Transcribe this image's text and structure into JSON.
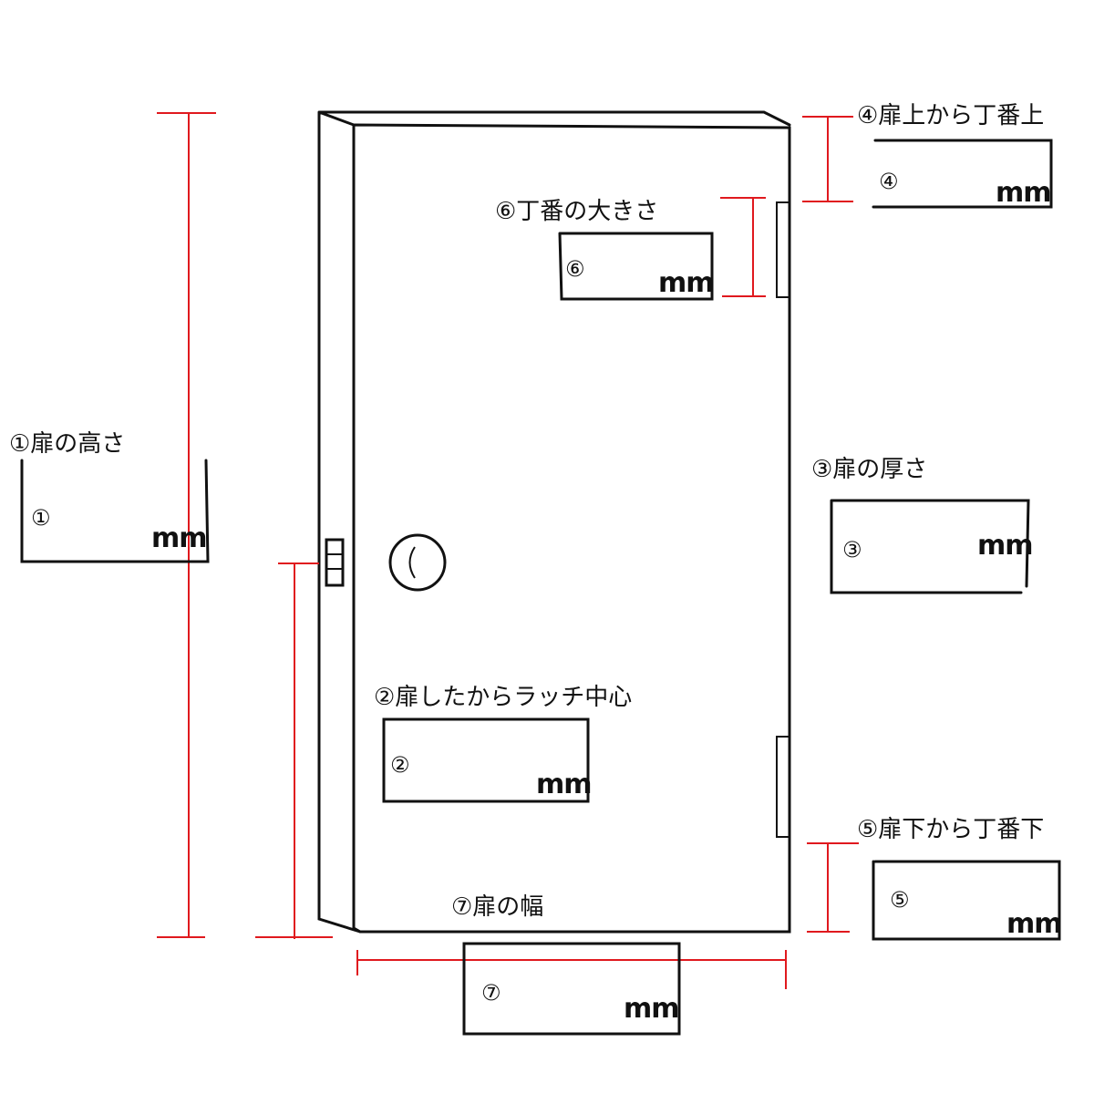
{
  "items": [
    {
      "title": "①扉の高さ",
      "num": "①",
      "unit": "mm"
    },
    {
      "title": "②扉したからラッチ中心",
      "num": "②",
      "unit": "mm"
    },
    {
      "title": "③扉の厚さ",
      "num": "③",
      "unit": "mm"
    },
    {
      "title": "④扉上から丁番上",
      "num": "④",
      "unit": "mm"
    },
    {
      "title": "⑤扉下から丁番下",
      "num": "⑤",
      "unit": "mm"
    },
    {
      "title": "⑥丁番の大きさ",
      "num": "⑥",
      "unit": "mm"
    },
    {
      "title": "⑦扉の幅",
      "num": "⑦",
      "unit": "mm"
    }
  ],
  "colors": {
    "dimension_line": "#e0191e",
    "outline": "#111111"
  }
}
